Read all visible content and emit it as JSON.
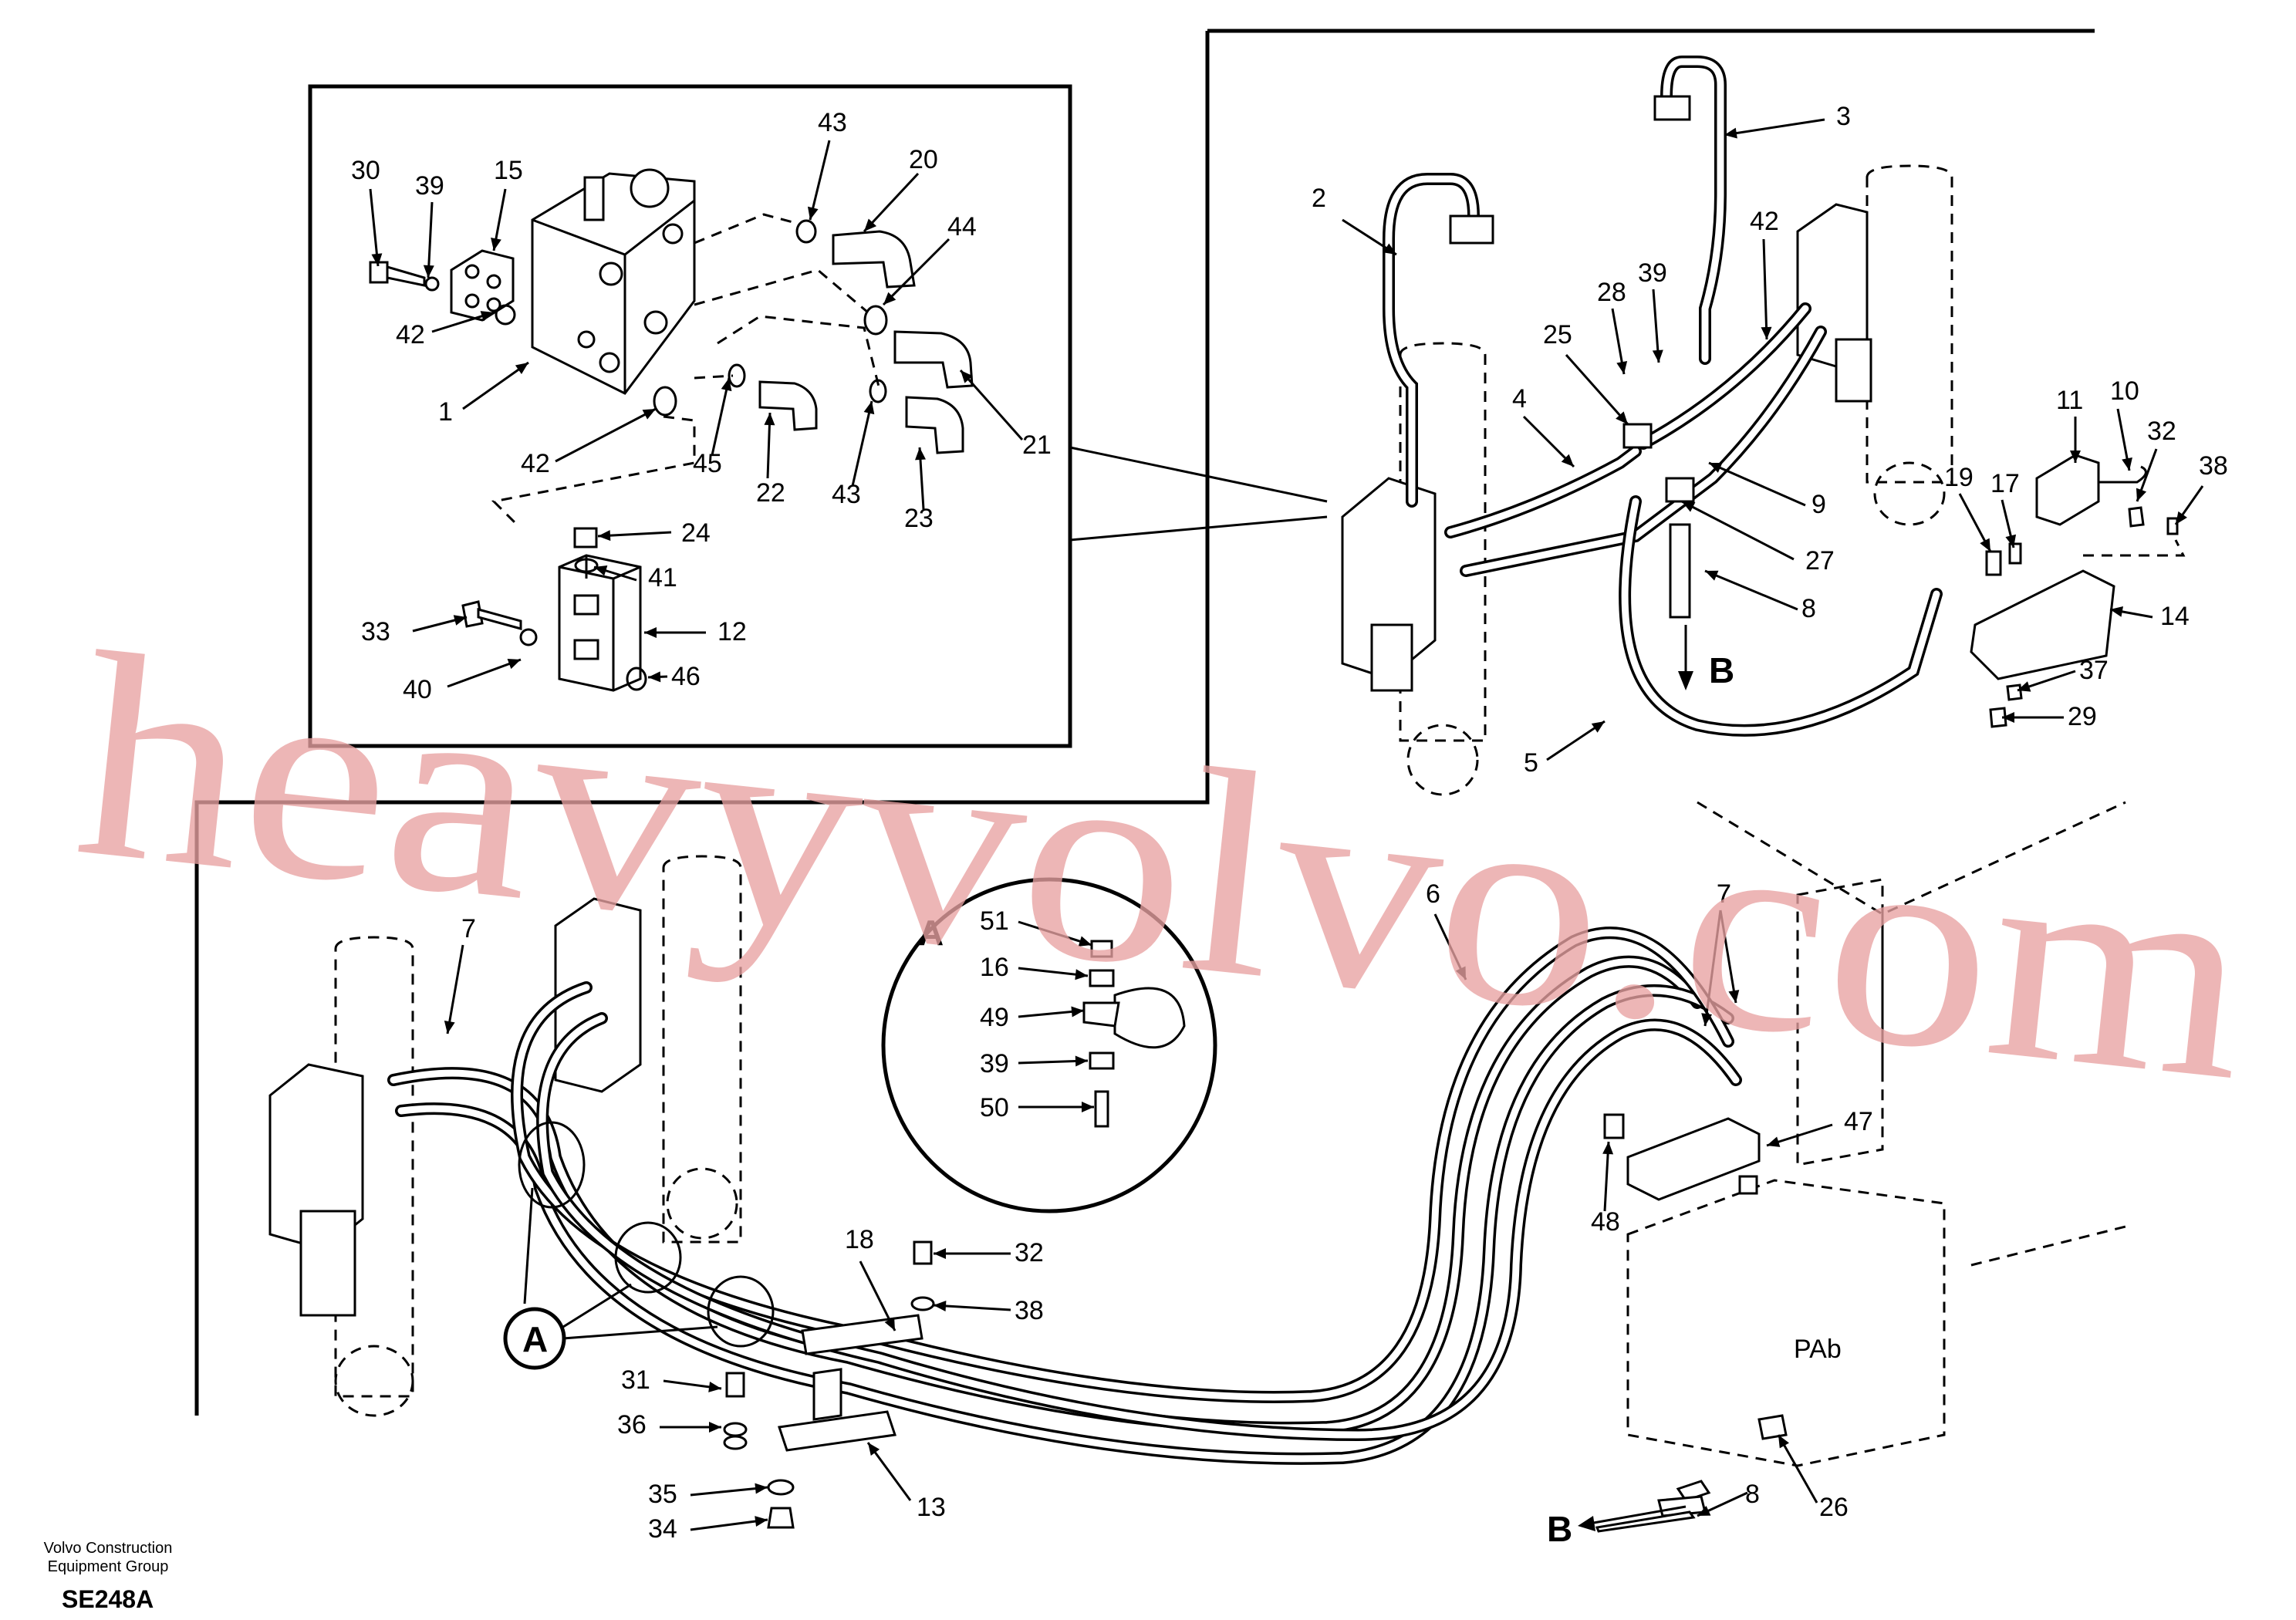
{
  "footer": {
    "line1": "Volvo Construction",
    "line2": "Equipment Group",
    "code": "SE248A"
  },
  "watermark": "heavyvolvo.com",
  "callouts": {
    "a": "A",
    "b": "B"
  },
  "part_numbers": [
    "1",
    "2",
    "3",
    "4",
    "5",
    "6",
    "7",
    "8",
    "9",
    "10",
    "11",
    "12",
    "13",
    "14",
    "15",
    "16",
    "17",
    "18",
    "19",
    "20",
    "21",
    "22",
    "23",
    "24",
    "25",
    "26",
    "27",
    "28",
    "29",
    "30",
    "31",
    "32",
    "33",
    "34",
    "35",
    "36",
    "37",
    "38",
    "39",
    "40",
    "41",
    "42",
    "43",
    "44",
    "45",
    "46",
    "47",
    "48",
    "49",
    "50",
    "51"
  ],
  "colors": {
    "line": "#000000",
    "watermark": "#e8a2a2",
    "background": "#ffffff"
  }
}
